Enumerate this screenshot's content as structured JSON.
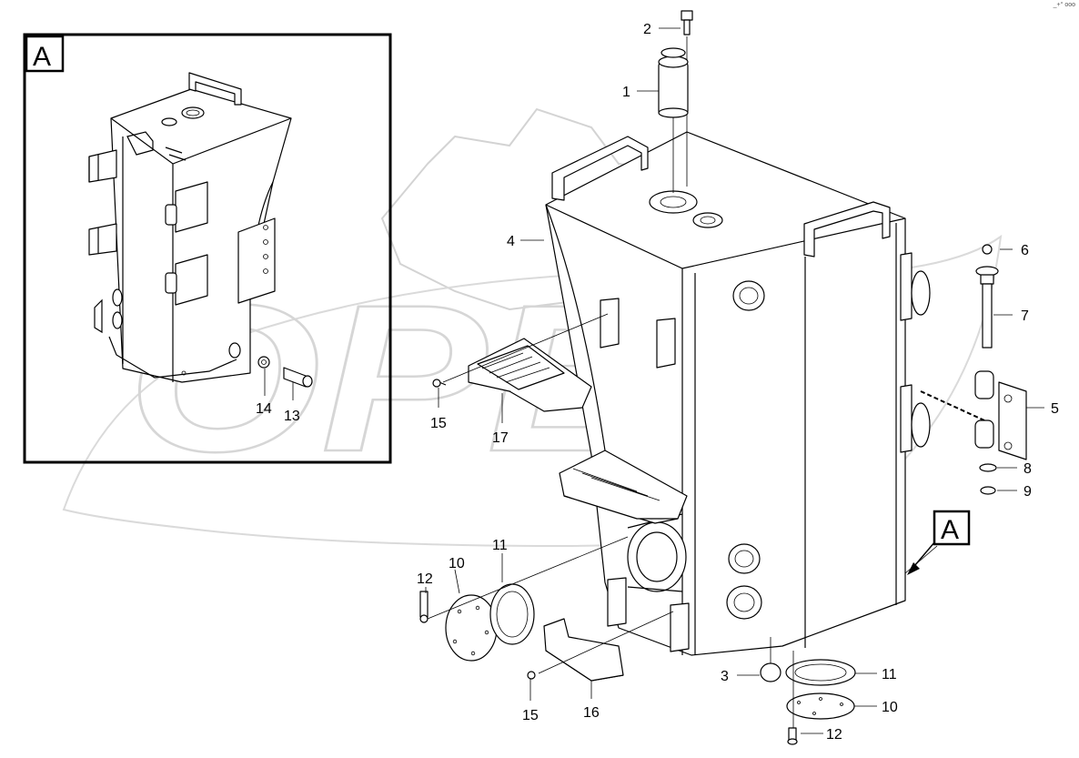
{
  "watermark": "OPEX",
  "corner_mark": "_+° ooo",
  "detail": {
    "tag": "A"
  },
  "view_tag": "A",
  "callouts": {
    "c1": "1",
    "c2": "2",
    "c3": "3",
    "c4": "4",
    "c5": "5",
    "c6": "6",
    "c7": "7",
    "c8": "8",
    "c9": "9",
    "c10a": "10",
    "c10b": "10",
    "c11a": "11",
    "c11b": "11",
    "c12a": "12",
    "c12b": "12",
    "c13": "13",
    "c14": "14",
    "c15a": "15",
    "c15b": "15",
    "c16": "16",
    "c17": "17"
  },
  "colors": {
    "line": "#000000",
    "watermark": "#d9d9d9"
  }
}
